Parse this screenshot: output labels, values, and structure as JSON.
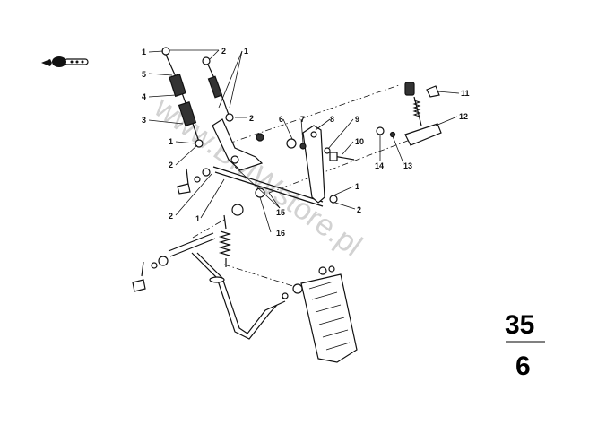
{
  "watermark": "www.BMWstore.pl",
  "section": {
    "major": "35",
    "minor": "6"
  },
  "callouts": [
    "1",
    "2",
    "5",
    "4",
    "3",
    "1",
    "2",
    "1",
    "2",
    "6",
    "7",
    "8",
    "9",
    "10",
    "11",
    "12",
    "14",
    "13",
    "1",
    "2",
    "15",
    "2",
    "1",
    "16"
  ],
  "callout_ids": [
    "c1a",
    "c2a",
    "c5",
    "c4",
    "c3",
    "c1b",
    "c2b",
    "c1c",
    "c2c",
    "c6",
    "c7",
    "c8",
    "c9",
    "c10",
    "c11",
    "c12",
    "c14",
    "c13",
    "c1d",
    "c2d",
    "c15",
    "c2e",
    "c1e",
    "c16"
  ],
  "logo_icon": "key-symbol-icon"
}
